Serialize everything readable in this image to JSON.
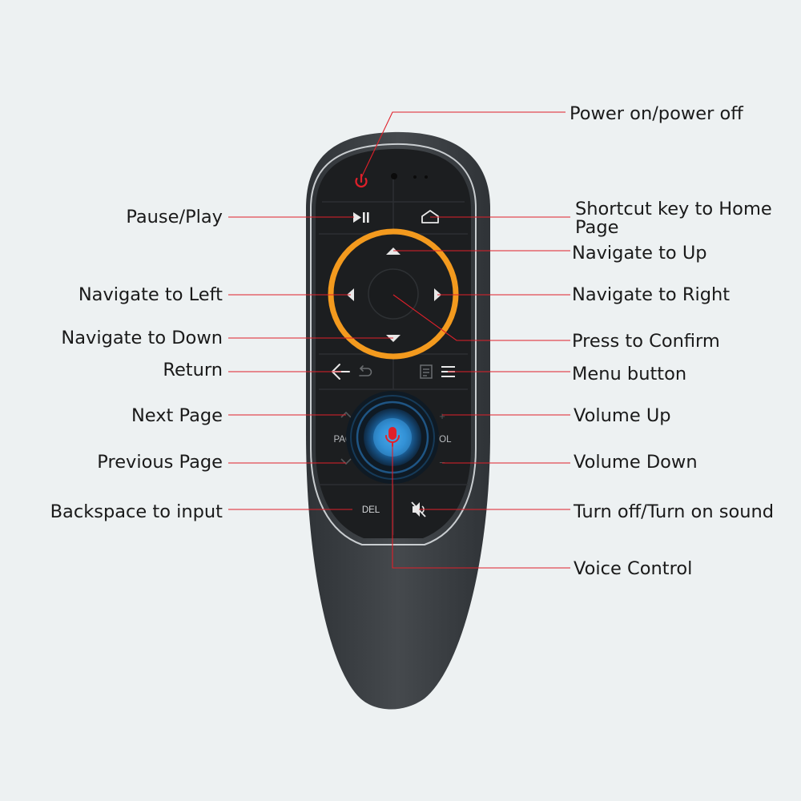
{
  "labels": {
    "power": "Power on/power off",
    "pause_play": "Pause/Play",
    "shortcut_home": "Shortcut key to Home Page",
    "nav_up": "Navigate to Up",
    "nav_left": "Navigate to Left",
    "nav_right": "Navigate to Right",
    "nav_down": "Navigate to Down",
    "confirm": "Press to Confirm",
    "return": "Return",
    "menu": "Menu button",
    "next_page": "Next Page",
    "volume_up": "Volume Up",
    "previous_page": "Previous Page",
    "volume_down": "Volume Down",
    "backspace": "Backspace to input",
    "mute": "Turn off/Turn on sound",
    "voice": "Voice Control"
  },
  "remote": {
    "page_label": "PAGE",
    "vol_label": "VOL",
    "del_label": "DEL",
    "plus_label": "+",
    "minus_label": "−"
  },
  "colors": {
    "background": "#edf1f2",
    "remote_body": "#3a3e42",
    "button_panel": "#1c1e20",
    "dpad_ring": "#f39a1e",
    "leader_line": "#e0202a",
    "power_icon": "#e0202a",
    "mic_glow": "#2f8fd0",
    "mic_icon": "#e0202a"
  },
  "icons": [
    "power-icon",
    "play-pause-icon",
    "home-icon",
    "arrow-up-icon",
    "arrow-left-icon",
    "arrow-right-icon",
    "arrow-down-icon",
    "back-arrow-icon",
    "return-icon",
    "menu-list-icon",
    "menu-icon",
    "chevron-up-icon",
    "chevron-down-icon",
    "microphone-icon",
    "mute-icon"
  ]
}
